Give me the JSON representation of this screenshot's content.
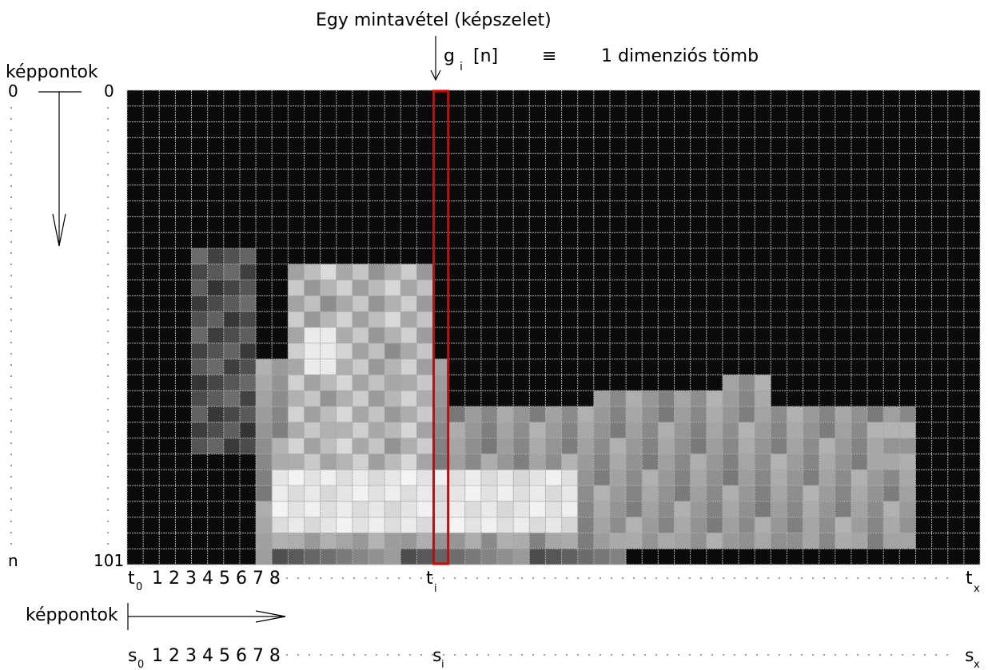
{
  "title": "Egy mintavétel (képszelet)",
  "slice_formula": {
    "g": "g",
    "i_sub": "i",
    "n": "[n]",
    "equiv": "≡",
    "rhs": "1 dimenziós tömb"
  },
  "left_axis": {
    "label": "képpontok",
    "top_left": "0",
    "top_right": "0",
    "bottom_left": "n",
    "bottom_right": "101"
  },
  "time_axis": {
    "t0": "t",
    "t0_sub": "0",
    "numbers": "1 2 3 4 5 6 7 8",
    "ti": "t",
    "ti_sub": "i",
    "tx": "t",
    "tx_sub": "x"
  },
  "bottom_axis": {
    "label": "képpontok"
  },
  "s_axis": {
    "s0": "s",
    "s0_sub": "0",
    "numbers": "1 2 3 4 5 6 7 8",
    "si": "s",
    "si_sub": "i",
    "sx": "s",
    "sx_sub": "x"
  },
  "grid": {
    "columns": 53,
    "rows": 30,
    "highlight_column": 19
  },
  "colors": {
    "highlight": "#e00000",
    "grid_line": "#b0b0b0",
    "background_cell": "#0a0a0a"
  }
}
